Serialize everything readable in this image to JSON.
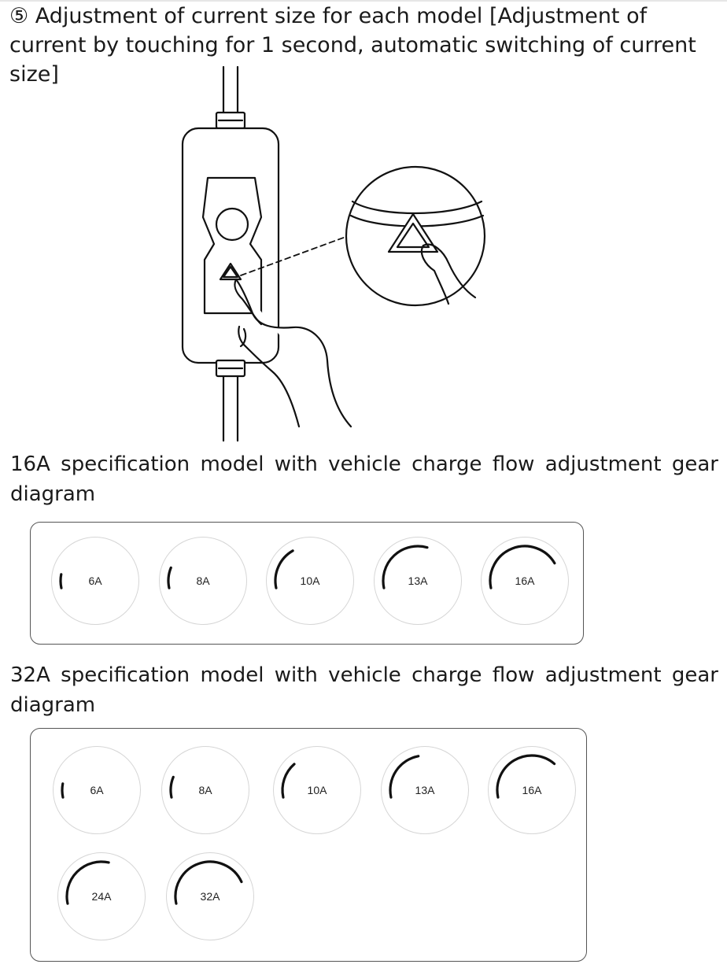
{
  "heading": "⑤ Adjustment of current size for each model [Adjustment of current by touching for 1 second, automatic switching of current size]",
  "section_16a": {
    "title": "16A specification model with vehicle charge flow adjustment gear diagram",
    "gears": [
      {
        "label": "6A",
        "level": 0.12
      },
      {
        "label": "8A",
        "level": 0.18
      },
      {
        "label": "10A",
        "level": 0.38
      },
      {
        "label": "13A",
        "level": 0.62
      },
      {
        "label": "16A",
        "level": 0.85
      }
    ]
  },
  "section_32a": {
    "title": "32A specification model with vehicle charge flow adjustment gear diagram",
    "gears": [
      {
        "label": "6A",
        "level": 0.12
      },
      {
        "label": "8A",
        "level": 0.18
      },
      {
        "label": "10A",
        "level": 0.32
      },
      {
        "label": "13A",
        "level": 0.48
      },
      {
        "label": "16A",
        "level": 0.75
      },
      {
        "label": "24A",
        "level": 0.6
      },
      {
        "label": "32A",
        "level": 0.88
      }
    ]
  },
  "illustration_icon": "hand-pressing-button-icon"
}
